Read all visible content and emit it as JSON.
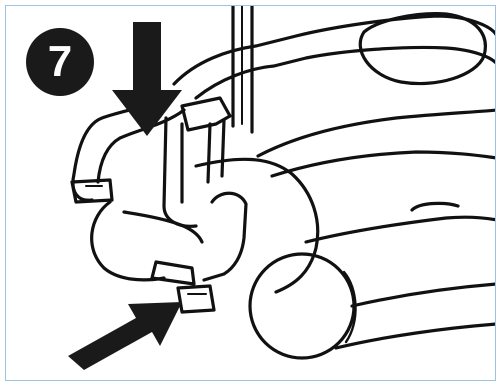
{
  "step": {
    "number": "7"
  },
  "illustration": {
    "arrows": [
      {
        "name": "arrow-down-icon",
        "direction": "down"
      },
      {
        "name": "arrow-up-right-icon",
        "direction": "up-right"
      }
    ],
    "colors": {
      "line": "#111111",
      "arrow": "#1a1a1a",
      "frame": "#9ec3e0",
      "badge": "#1a1a1a",
      "badge_text": "#ffffff"
    }
  }
}
